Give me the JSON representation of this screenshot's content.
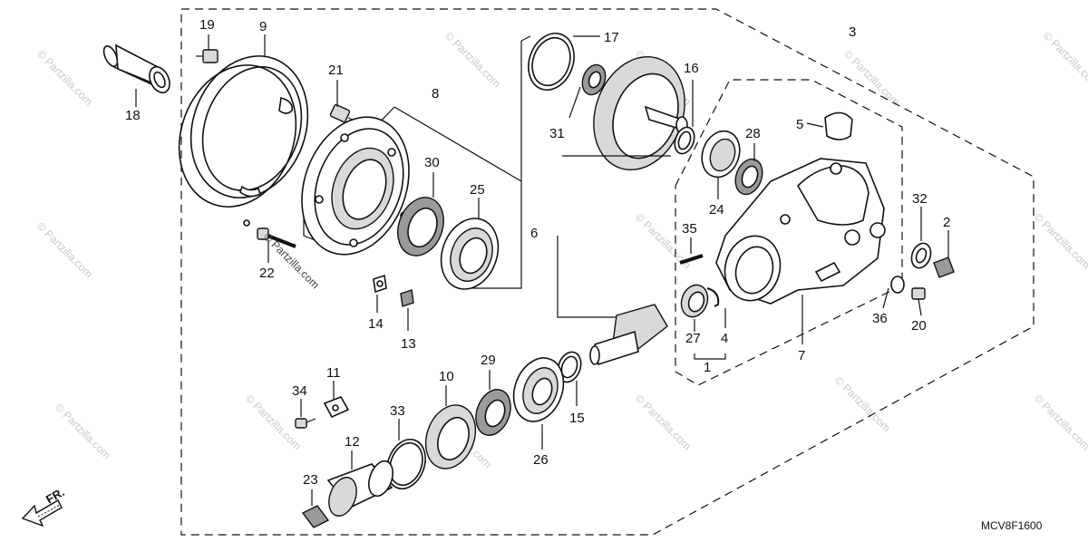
{
  "diagram": {
    "code": "MCV8F1600",
    "direction_label": "FR.",
    "watermark": "© Partzilla.com",
    "callouts": {
      "c1": "1",
      "c2": "2",
      "c3": "3",
      "c4": "4",
      "c5": "5",
      "c6": "6",
      "c7": "7",
      "c8": "8",
      "c9": "9",
      "c10": "10",
      "c11": "11",
      "c12": "12",
      "c13": "13",
      "c14": "14",
      "c15": "15",
      "c16": "16",
      "c17": "17",
      "c18": "18",
      "c19": "19",
      "c20": "20",
      "c21": "21",
      "c22": "22",
      "c23": "23",
      "c24": "24",
      "c25": "25",
      "c26": "26",
      "c27": "27",
      "c28": "28",
      "c29": "29",
      "c30": "30",
      "c31": "31",
      "c32": "32",
      "c33": "33",
      "c34": "34",
      "c35": "35",
      "c36": "36"
    }
  }
}
